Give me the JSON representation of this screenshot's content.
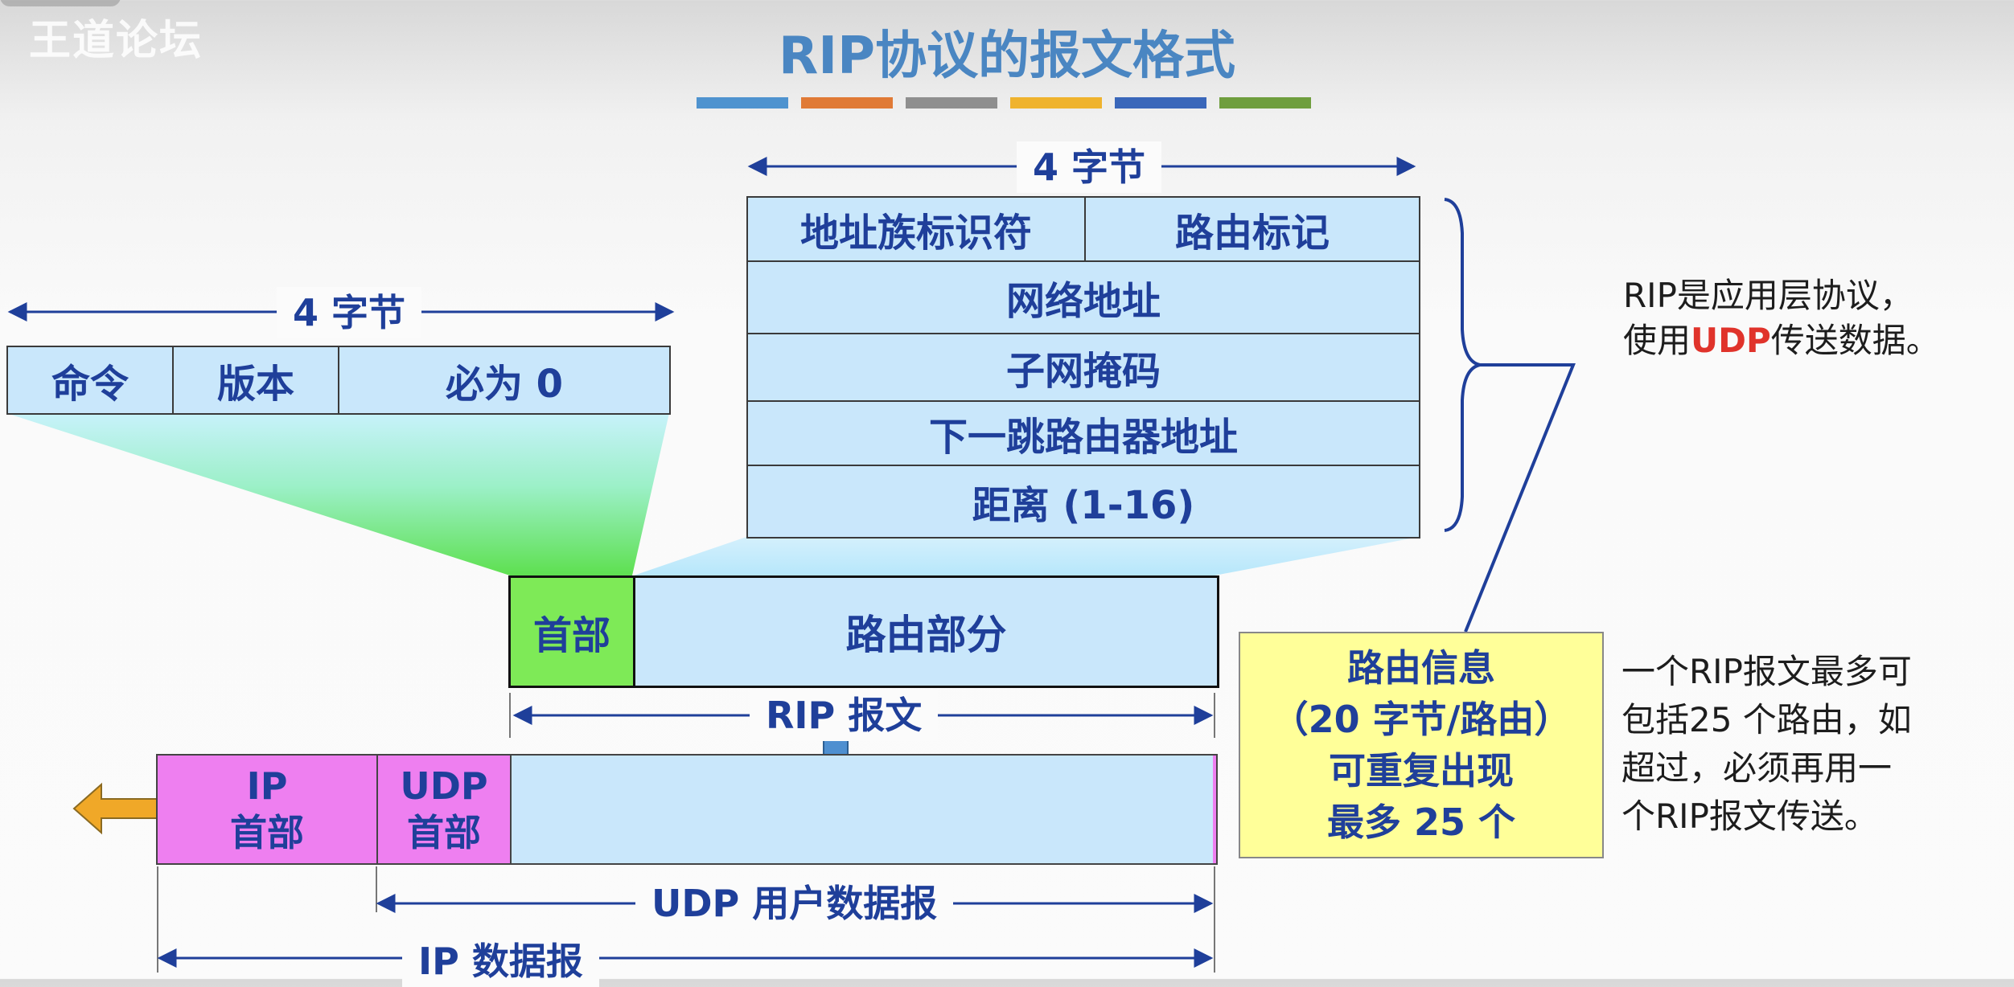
{
  "watermark": "王道论坛",
  "title": "RIP协议的报文格式",
  "stripe_colors": [
    "#4f93cf",
    "#e07a36",
    "#8f8f8f",
    "#efb32e",
    "#3a67ba",
    "#6f9e3e"
  ],
  "header_block": {
    "width_label": "4 字节",
    "fields": [
      "命令",
      "版本",
      "必为 0"
    ]
  },
  "route_block": {
    "width_label": "4 字节",
    "row1": [
      "地址族标识符",
      "路由标记"
    ],
    "rows": [
      "网络地址",
      "子网掩码",
      "下一跳路由器地址",
      "距离 (1-16)"
    ]
  },
  "rip_message": {
    "header": "首部",
    "routing": "路由部分",
    "label": "RIP 报文"
  },
  "route_info_box": {
    "lines": [
      "路由信息",
      "（20 字节/路由）",
      "可重复出现",
      "最多 25 个"
    ]
  },
  "note_top": {
    "line1": "RIP是应用层协议，",
    "line2_prefix": "使用",
    "line2_highlight": "UDP",
    "line2_suffix": "传送数据。"
  },
  "note_bottom": [
    "一个RIP报文最多可",
    "包括25 个路由，如",
    "超过，必须再用一",
    "个RIP报文传送。"
  ],
  "ip_row": {
    "ip_header": [
      "IP",
      "首部"
    ],
    "udp_header": [
      "UDP",
      "首部"
    ]
  },
  "udp_label": "UDP 用户数据报",
  "ip_label": "IP 数据报",
  "colors": {
    "label_blue": "#1f3f9a",
    "cell_blue": "#c9e7fb",
    "header_green": "#7eea57",
    "header_pink": "#ee7ff0",
    "info_yellow": "#ffff99",
    "arrow_orange": "#f0a828",
    "arrow_blue": "#4e8fd0",
    "highlight_red": "#e0332b"
  }
}
